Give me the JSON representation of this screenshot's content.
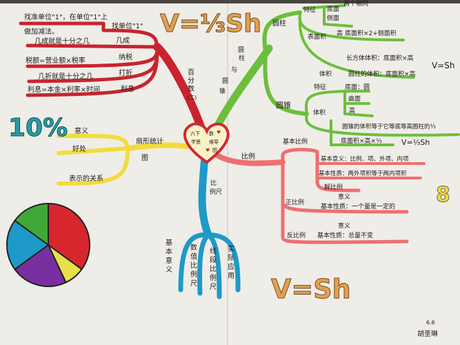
{
  "center": {
    "line1": "六下",
    "line2": "数学思维导图",
    "l1a": "六下",
    "l1b": "数",
    "l2a": "学思",
    "l2b": "维导",
    "l3": "图"
  },
  "colors": {
    "red": "#c8242e",
    "green": "#6cbf3c",
    "yellow": "#f2dc3a",
    "blue": "#1e9ac8",
    "pink": "#ee6f72",
    "orange": "#e0a050",
    "teal": "#2a9aa4",
    "paper": "#f3f1ed"
  },
  "decorations": {
    "formula_cone": "V=⅓Sh",
    "formula_cyl": "V=Sh",
    "percent": "10%",
    "number_right": "8"
  },
  "red_branch": {
    "title": [
      "百",
      "分",
      "数",
      "(二)"
    ],
    "items": [
      {
        "label": "找单位\"1\"",
        "note": [
          "找准单位\"1\"，在单位\"1\"上",
          "做加减法。"
        ]
      },
      {
        "label": "几成",
        "note": [
          "几成就是十分之几"
        ]
      },
      {
        "label": "纳税",
        "note": [
          "税额=营业额×税率"
        ]
      },
      {
        "label": "打折",
        "note": [
          "几折就是十分之几"
        ]
      },
      {
        "label": "利息",
        "note": [
          "利息=本金×利率×时间"
        ]
      }
    ]
  },
  "green_branch": {
    "title": [
      "圆",
      "柱",
      "与",
      "圆",
      "锥"
    ],
    "cylinder": {
      "label": "圆柱",
      "feature": {
        "label": "特征",
        "items": [
          "底面",
          "侧面",
          "高"
        ],
        "note": "两个相同"
      },
      "surface": {
        "label": "表面积",
        "formula": "底面积×2+侧面积"
      },
      "volume": {
        "label": "体积",
        "line1": "长方体体积：底面积×高",
        "line2": "圆柱的体积：底面积×高",
        "formula": "V=Sh"
      }
    },
    "cone": {
      "label": "圆锥",
      "feature": {
        "label": "特征",
        "items": [
          "底面：圆",
          "曲面",
          "高"
        ]
      },
      "volume": {
        "label": "体积",
        "line1": "圆锥的体积等于它等底等高圆柱的⅓",
        "line2": "底面积×高×⅓",
        "formula": "V=⅓Sh"
      }
    }
  },
  "yellow_branch": {
    "title": [
      "扇形统计",
      "图"
    ],
    "items": [
      "意义",
      "好处",
      "表示的关系"
    ]
  },
  "pink_branch": {
    "title": "比例",
    "basic": {
      "label": "基本比例",
      "items": [
        "基本意义：比例、项、外项、内项",
        "基本性质：两外项积等于两内项积",
        "解比例"
      ]
    },
    "direct": {
      "label": "正比例",
      "meaning": "意义",
      "property": "基本性质：一个量是一定的"
    },
    "inverse": {
      "label": "反比例",
      "meaning": "意义",
      "property": "基本性质：总量不变"
    }
  },
  "blue_branch": {
    "title": [
      "比",
      "例尺"
    ],
    "items": [
      [
        "基",
        "本",
        "意",
        "义"
      ],
      [
        "数",
        "值",
        "比",
        "例",
        "尺"
      ],
      [
        "线",
        "段",
        "比",
        "例",
        "尺"
      ],
      [
        "实",
        "际",
        "应",
        "用"
      ]
    ]
  },
  "pie_chart": {
    "slices": [
      {
        "color": "#d8262e",
        "value": 35
      },
      {
        "color": "#e8e04a",
        "value": 8
      },
      {
        "color": "#7a2fa0",
        "value": 22
      },
      {
        "color": "#1e9ac8",
        "value": 20
      },
      {
        "color": "#40a838",
        "value": 15
      }
    ]
  },
  "signature": {
    "date": "6.6",
    "name": "胡圣琳"
  }
}
